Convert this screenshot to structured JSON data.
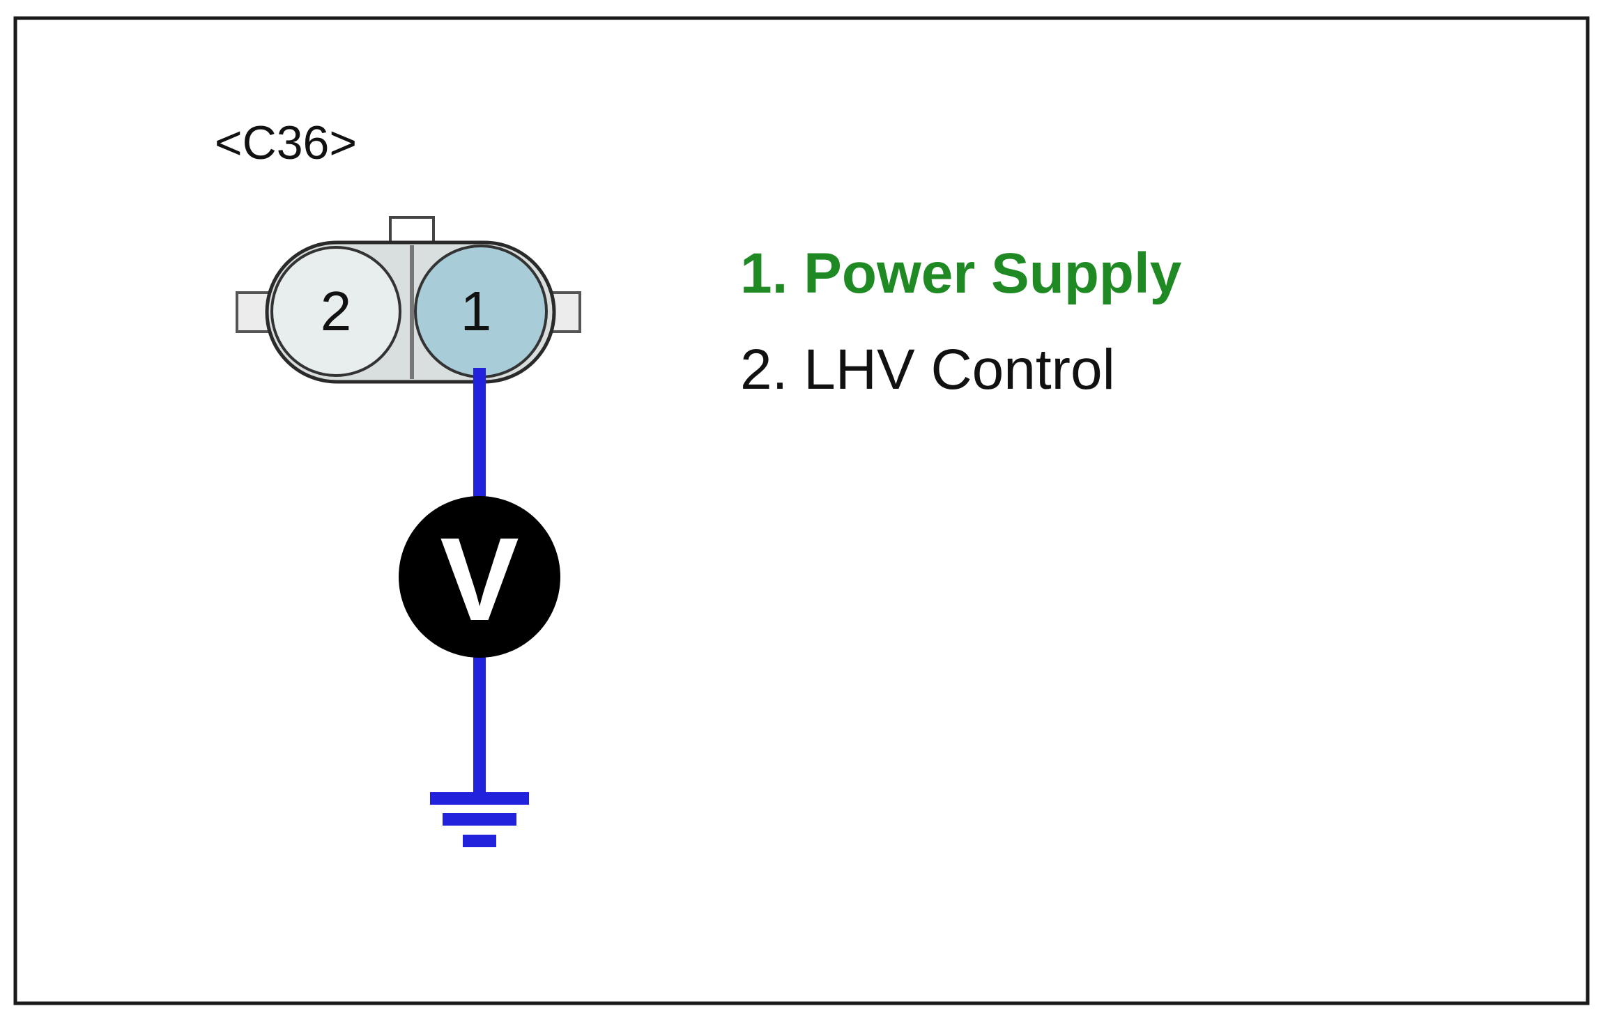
{
  "connector": {
    "id_label": "<C36>",
    "pins": [
      {
        "number": "2",
        "color": "#e8eeee"
      },
      {
        "number": "1",
        "color": "#a8ccd8"
      }
    ]
  },
  "legend": [
    {
      "text": "1. Power Supply",
      "color": "#1f8a24"
    },
    {
      "text": "2. LHV Control",
      "color": "#111111"
    }
  ],
  "meter": {
    "symbol": "V",
    "icon": "voltmeter-icon"
  },
  "ground": {
    "icon": "ground-icon"
  },
  "colors": {
    "wire": "#2222dd",
    "frame": "#1a1a1a",
    "connector_body": "#d9dedf",
    "meter_fill": "#000000",
    "meter_text": "#ffffff"
  }
}
